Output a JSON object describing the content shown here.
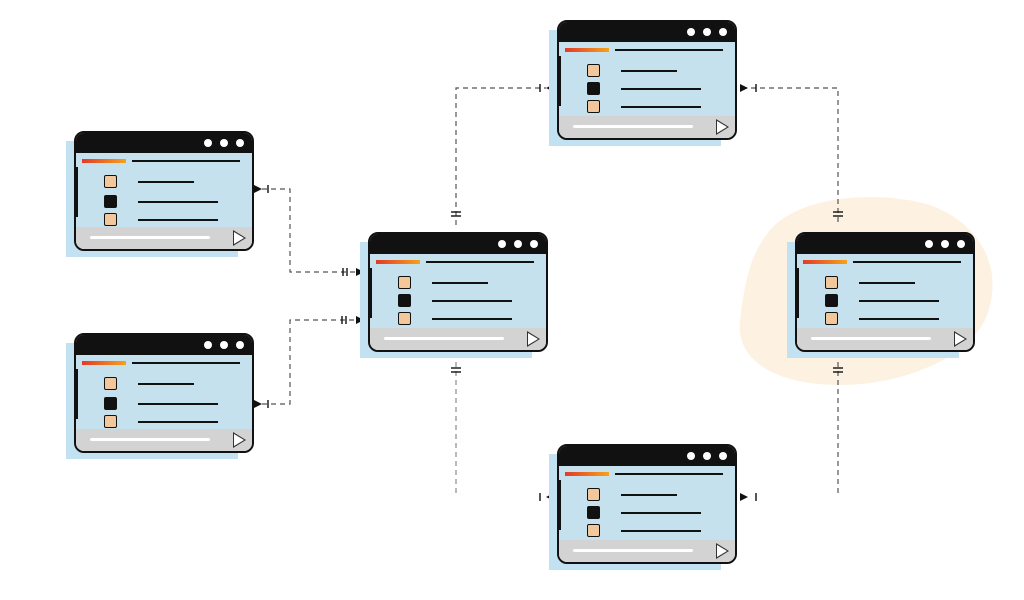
{
  "diagram": {
    "background": "#ffffff",
    "accent_blob_color": "#fdf1e2",
    "window_colors": {
      "titlebar": "#111111",
      "body": "#c6e1ee",
      "shadow": "#c3e2f1",
      "footer": "#d3d3d3",
      "accent_start": "#e23a2a",
      "accent_end": "#f6a21a",
      "checkbox": "#f2c79c"
    },
    "connector_color": "#555555",
    "nodes": [
      {
        "id": "left-top",
        "icon": "app-window-icon"
      },
      {
        "id": "left-bottom",
        "icon": "app-window-icon"
      },
      {
        "id": "center",
        "icon": "app-window-icon"
      },
      {
        "id": "top",
        "icon": "app-window-icon"
      },
      {
        "id": "right",
        "icon": "app-window-icon"
      },
      {
        "id": "bottom",
        "icon": "app-window-icon"
      }
    ],
    "edges": [
      {
        "from": "left-top",
        "to": "center",
        "style": "dashed"
      },
      {
        "from": "left-bottom",
        "to": "center",
        "style": "dashed"
      },
      {
        "from": "center",
        "to": "top",
        "style": "dashed"
      },
      {
        "from": "top",
        "to": "right",
        "style": "dashed"
      },
      {
        "from": "center",
        "to": "down",
        "style": "dashed"
      },
      {
        "from": "right",
        "to": "down",
        "style": "dashed"
      }
    ]
  }
}
